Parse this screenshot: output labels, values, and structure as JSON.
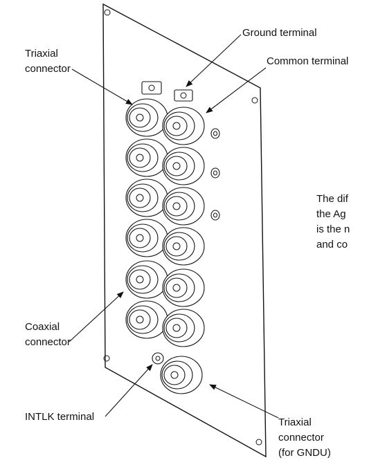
{
  "labels": {
    "triaxial_top_1": "Triaxial",
    "triaxial_top_2": "connector",
    "ground_terminal": "Ground terminal",
    "common_terminal": "Common terminal",
    "side_text_1": "The dif",
    "side_text_2": "the Ag",
    "side_text_3": "is the n",
    "side_text_4": "and co",
    "coaxial_1": "Coaxial",
    "coaxial_2": "connector",
    "intlk": "INTLK terminal",
    "triaxial_bottom_1": "Triaxial",
    "triaxial_bottom_2": "connector",
    "triaxial_bottom_3": "(for GNDU)"
  }
}
